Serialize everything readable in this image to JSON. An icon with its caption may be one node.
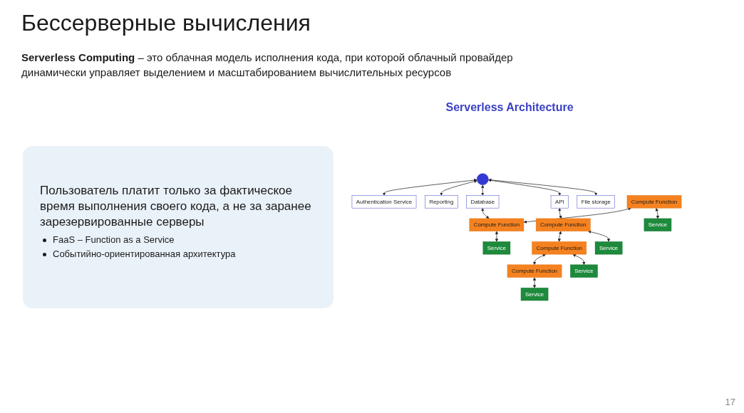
{
  "diagram": {
    "title": "Бессерверные вычисления",
    "nodes": [
      {
        "text": [],
        "shape": "circle"
      },
      {
        "text": [
          "Authentication Service"
        ]
      },
      {
        "text": [
          "Reporting"
        ]
      },
      {
        "text": [
          "Database"
        ]
      },
      {
        "text": [
          "API"
        ]
      },
      {
        "text": [
          "File storage"
        ]
      },
      {
        "text": [
          "Compute Function"
        ]
      },
      {
        "text": [
          "Compute Function"
        ]
      },
      {
        "text": [
          "Compute Function"
        ]
      },
      {
        "text": [
          "Compute Function"
        ]
      },
      {
        "text": [
          "Compute Function"
        ]
      },
      {
        "text": [
          "Service"
        ]
      },
      {
        "text": [
          "Service"
        ]
      },
      {
        "text": [
          "Service"
        ]
      },
      {
        "text": [
          "Service"
        ]
      },
      {
        "text": [
          "Service"
        ]
      }
    ],
    "edges": [
      {
        "from": 0,
        "to": 1,
        "arrow": "both"
      },
      {
        "from": 0,
        "to": 2,
        "arrow": "both"
      },
      {
        "from": 0,
        "to": 3,
        "arrow": "both"
      },
      {
        "from": 0,
        "to": 4,
        "arrow": "both"
      },
      {
        "from": 0,
        "to": 5,
        "arrow": "both"
      },
      {
        "from": 3,
        "to": 7,
        "arrow": "both"
      },
      {
        "from": 4,
        "to": 8,
        "arrow": "both"
      },
      {
        "from": 6,
        "to": 7,
        "arrow": "both"
      },
      {
        "from": 8,
        "to": 9,
        "arrow": "both"
      },
      {
        "from": 9,
        "to": 10,
        "arrow": "both"
      },
      {
        "from": 6,
        "to": 11,
        "arrow": "both"
      },
      {
        "from": 7,
        "to": 12,
        "arrow": "both"
      },
      {
        "from": 8,
        "to": 13,
        "arrow": "both"
      },
      {
        "from": 9,
        "to": 14,
        "arrow": "both"
      },
      {
        "from": 10,
        "to": 15,
        "arrow": "both"
      }
    ],
    "labels": [
      "**Serverless Computing** – это облачная модель исполнения кода, при которой облачный провайдер динамически управляет выделением и масштабированием вычислительных ресурсов",
      "Пользователь платит только за фактическое время выполнения своего кода, а не за заранее зарезервированные серверы",
      "FaaS – Function as a Service",
      "Событийно-ориентированная архитектура",
      "Serverless Architecture",
      "17"
    ]
  }
}
